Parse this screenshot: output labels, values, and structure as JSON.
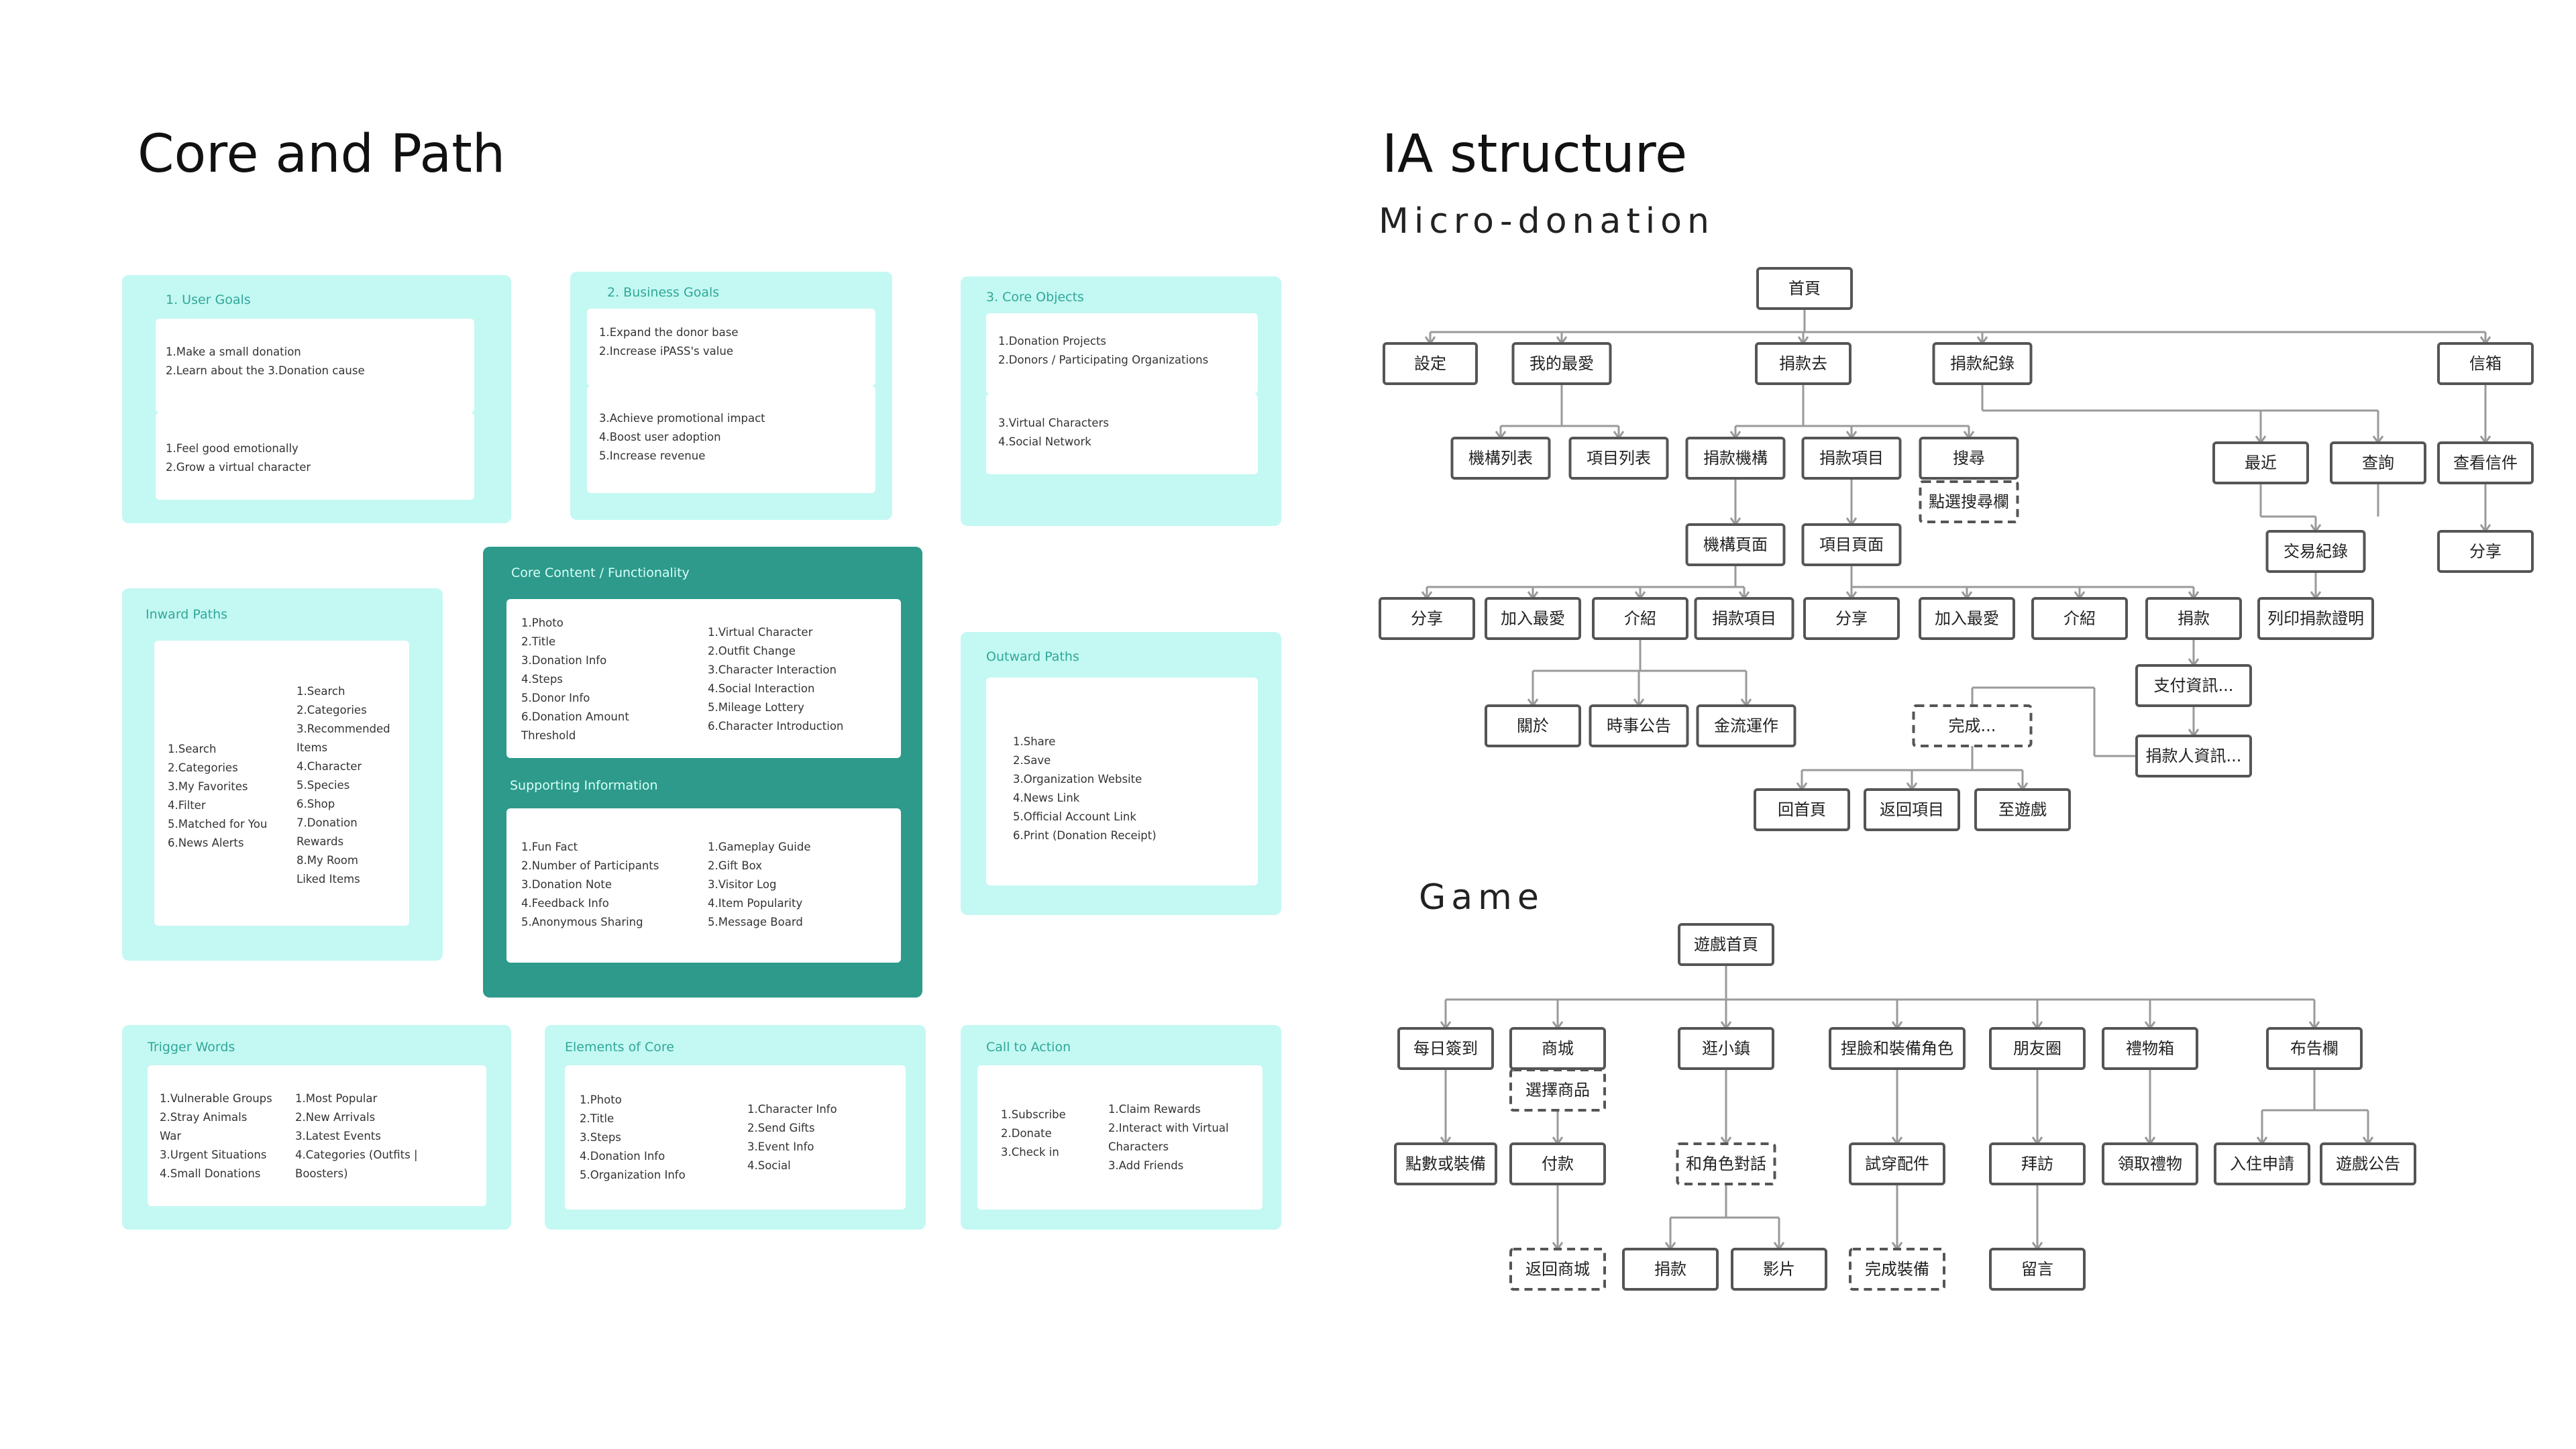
{
  "left": {
    "title": "Core and Path",
    "cards": {
      "user_goals": {
        "title": "1. User Goals",
        "panel1": "1.Make a small donation\n2.Learn about the 3.Donation cause",
        "panel2": "1.Feel good emotionally\n2.Grow a virtual character"
      },
      "business_goals": {
        "title": "2. Business Goals",
        "panel1": "1.Expand the donor base\n2.Increase iPASS's value",
        "panel2": "3.Achieve promotional impact\n4.Boost user adoption\n5.Increase revenue"
      },
      "core_objects": {
        "title": "3. Core Objects",
        "panel1": "1.Donation Projects\n2.Donors / Participating Organizations",
        "panel2": "3.Virtual Characters\n4.Social Network"
      },
      "inward_paths": {
        "title": "Inward Paths",
        "col1": "1.Search\n2.Categories\n3.My Favorites\n4.Filter\n5.Matched for You\n6.News Alerts",
        "col2": "1.Search\n2.Categories\n3.Recommended\nItems\n4.Character\n5.Species\n6.Shop\n7.Donation\nRewards\n8.My Room\nLiked Items"
      },
      "core_content": {
        "title": "Core Content / Functionality",
        "col1": "1.Photo\n2.Title\n3.Donation Info\n4.Steps\n5.Donor Info\n6.Donation Amount\nThreshold",
        "col2": "1.Virtual Character\n2.Outfit Change\n3.Character Interaction\n4.Social Interaction\n5.Mileage Lottery\n6.Character Introduction"
      },
      "supporting_info": {
        "title": "Supporting Information",
        "col1": "1.Fun Fact\n2.Number of Participants\n3.Donation Note\n4.Feedback Info\n5.Anonymous Sharing",
        "col2": "1.Gameplay Guide\n2.Gift Box\n3.Visitor Log\n4.Item Popularity\n5.Message Board"
      },
      "outward_paths": {
        "title": "Outward Paths",
        "panel1": "1.Share\n2.Save\n3.Organization Website\n4.News Link\n5.Official Account Link\n6.Print (Donation Receipt)"
      },
      "trigger_words": {
        "title": "Trigger Words",
        "col1": "1.Vulnerable Groups\n2.Stray Animals\nWar\n3.Urgent Situations\n4.Small Donations",
        "col2": "1.Most Popular\n2.New Arrivals\n3.Latest Events\n4.Categories (Outfits |\nBoosters)"
      },
      "elements_core": {
        "title": "Elements of Core",
        "col1": "1.Photo\n2.Title\n3.Steps\n4.Donation Info\n5.Organization Info",
        "col2": "1.Character Info\n2.Send Gifts\n3.Event Info\n4.Social"
      },
      "call_to_action": {
        "title": "Call to Action",
        "col1": "1.Subscribe\n2.Donate\n3.Check in",
        "col2": "1.Claim Rewards\n2.Interact with Virtual\nCharacters\n3.Add Friends"
      }
    }
  },
  "right": {
    "title": "IA structure",
    "micro_title": "Micro-donation",
    "game_title": "Game",
    "micro_nodes": [
      {
        "id": "home",
        "label": "首頁",
        "dashed": false
      },
      {
        "id": "settings",
        "label": "設定",
        "dashed": false
      },
      {
        "id": "fav",
        "label": "我的最愛",
        "dashed": false
      },
      {
        "id": "donate_go",
        "label": "捐款去",
        "dashed": false
      },
      {
        "id": "records",
        "label": "捐款紀錄",
        "dashed": false
      },
      {
        "id": "mailbox",
        "label": "信箱",
        "dashed": false
      },
      {
        "id": "org_list",
        "label": "機構列表",
        "dashed": false
      },
      {
        "id": "proj_list",
        "label": "項目列表",
        "dashed": false
      },
      {
        "id": "donate_org",
        "label": "捐款機構",
        "dashed": false
      },
      {
        "id": "donate_proj",
        "label": "捐款項目",
        "dashed": false
      },
      {
        "id": "search",
        "label": "搜尋",
        "dashed": false
      },
      {
        "id": "search_bar",
        "label": "點選搜尋欄",
        "dashed": true
      },
      {
        "id": "recent",
        "label": "最近",
        "dashed": false
      },
      {
        "id": "query",
        "label": "查詢",
        "dashed": false
      },
      {
        "id": "view_mail",
        "label": "查看信件",
        "dashed": false
      },
      {
        "id": "org_page",
        "label": "機構頁面",
        "dashed": false
      },
      {
        "id": "proj_page",
        "label": "項目頁面",
        "dashed": false
      },
      {
        "id": "trans",
        "label": "交易紀錄",
        "dashed": false
      },
      {
        "id": "share_mail",
        "label": "分享",
        "dashed": false
      },
      {
        "id": "share1",
        "label": "分享",
        "dashed": false
      },
      {
        "id": "addfav1",
        "label": "加入最愛",
        "dashed": false
      },
      {
        "id": "intro1",
        "label": "介紹",
        "dashed": false
      },
      {
        "id": "donate_item",
        "label": "捐款項目",
        "dashed": false
      },
      {
        "id": "share2",
        "label": "分享",
        "dashed": false
      },
      {
        "id": "addfav2",
        "label": "加入最愛",
        "dashed": false
      },
      {
        "id": "intro2",
        "label": "介紹",
        "dashed": false
      },
      {
        "id": "donate",
        "label": "捐款",
        "dashed": false
      },
      {
        "id": "print",
        "label": "列印捐款證明",
        "dashed": false
      },
      {
        "id": "about",
        "label": "關於",
        "dashed": false
      },
      {
        "id": "news",
        "label": "時事公告",
        "dashed": false
      },
      {
        "id": "cashflow",
        "label": "金流運作",
        "dashed": false
      },
      {
        "id": "done",
        "label": "完成...",
        "dashed": true
      },
      {
        "id": "payinfo",
        "label": "支付資訊...",
        "dashed": false
      },
      {
        "id": "donorinfo",
        "label": "捐款人資訊...",
        "dashed": false
      },
      {
        "id": "back_home",
        "label": "回首頁",
        "dashed": false
      },
      {
        "id": "back_rec",
        "label": "返回項目",
        "dashed": false
      },
      {
        "id": "to_game",
        "label": "至遊戲",
        "dashed": false
      }
    ],
    "game_nodes": [
      {
        "id": "ghome",
        "label": "遊戲首頁",
        "dashed": false
      },
      {
        "id": "checkin",
        "label": "每日簽到",
        "dashed": false
      },
      {
        "id": "shop",
        "label": "商城",
        "dashed": false
      },
      {
        "id": "town",
        "label": "逛小鎮",
        "dashed": false
      },
      {
        "id": "face",
        "label": "捏臉和裝備角色",
        "dashed": false
      },
      {
        "id": "friends",
        "label": "朋友圈",
        "dashed": false
      },
      {
        "id": "giftbox",
        "label": "禮物箱",
        "dashed": false
      },
      {
        "id": "board",
        "label": "布告欄",
        "dashed": false
      },
      {
        "id": "choose",
        "label": "選擇商品",
        "dashed": true
      },
      {
        "id": "points",
        "label": "點數或裝備",
        "dashed": false
      },
      {
        "id": "pay",
        "label": "付款",
        "dashed": false
      },
      {
        "id": "talk",
        "label": "和角色對話",
        "dashed": true
      },
      {
        "id": "tryon",
        "label": "試穿配件",
        "dashed": false
      },
      {
        "id": "visit",
        "label": "拜訪",
        "dashed": false
      },
      {
        "id": "getgift",
        "label": "領取禮物",
        "dashed": false
      },
      {
        "id": "apply",
        "label": "入住申請",
        "dashed": false
      },
      {
        "id": "gnews",
        "label": "遊戲公告",
        "dashed": false
      },
      {
        "id": "backshop",
        "label": "返回商城",
        "dashed": true
      },
      {
        "id": "gdonate",
        "label": "捐款",
        "dashed": false
      },
      {
        "id": "video",
        "label": "影片",
        "dashed": false
      },
      {
        "id": "equip",
        "label": "完成裝備",
        "dashed": true
      },
      {
        "id": "message",
        "label": "留言",
        "dashed": false
      }
    ]
  }
}
